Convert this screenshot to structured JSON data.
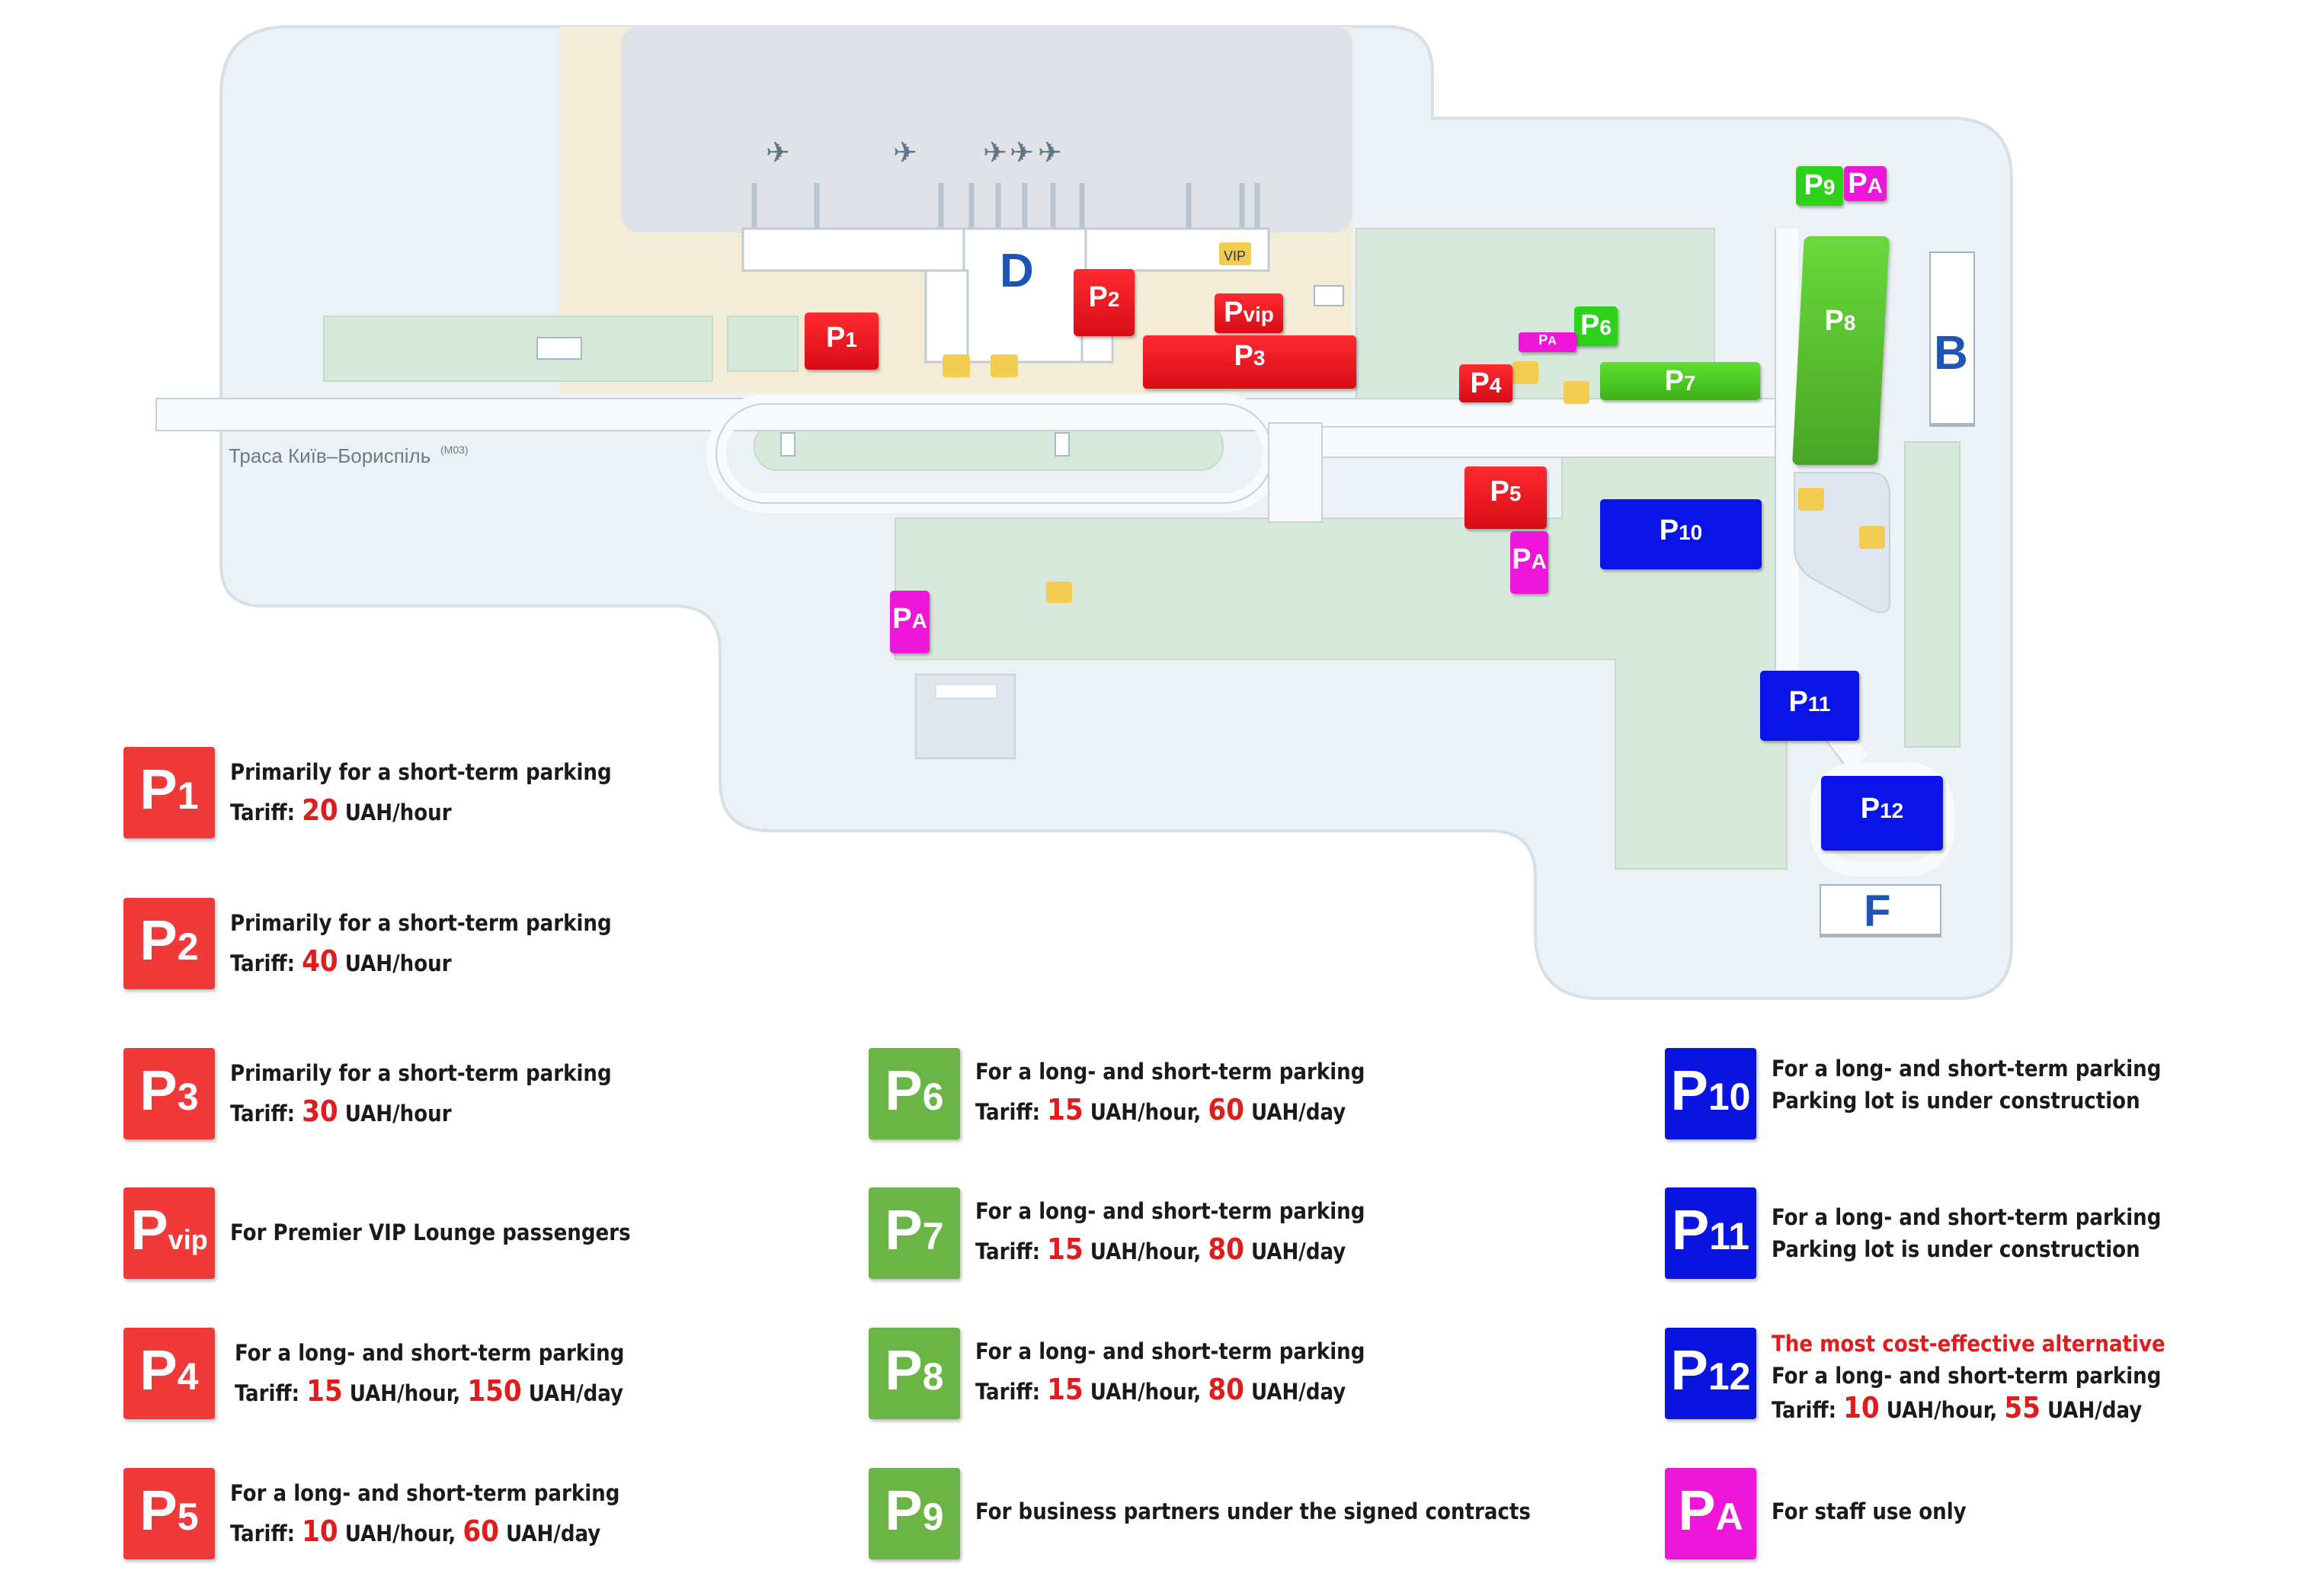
{
  "map": {
    "terminal_d": "D",
    "terminal_b": "B",
    "terminal_f": "F",
    "road_name": "Траса Київ–Бориспіль",
    "road_code": "(M03)",
    "vip_sign": "VIP",
    "markers": {
      "p1": {
        "p": "P",
        "s": "1"
      },
      "p2": {
        "p": "P",
        "s": "2"
      },
      "p3": {
        "p": "P",
        "s": "3"
      },
      "pvip": {
        "p": "P",
        "s": "vip"
      },
      "p4": {
        "p": "P",
        "s": "4"
      },
      "p5": {
        "p": "P",
        "s": "5"
      },
      "p6": {
        "p": "P",
        "s": "6"
      },
      "p7": {
        "p": "P",
        "s": "7"
      },
      "p8": {
        "p": "P",
        "s": "8"
      },
      "p9": {
        "p": "P",
        "s": "9"
      },
      "p10": {
        "p": "P",
        "s": "10"
      },
      "p11": {
        "p": "P",
        "s": "11"
      },
      "p12": {
        "p": "P",
        "s": "12"
      },
      "pa": {
        "p": "P",
        "s": "A"
      }
    },
    "colors": {
      "red": "#ee0f1f",
      "green": "#2fd21a",
      "blue": "#0a14e8",
      "pink": "#ee16d8",
      "terminal_letter": "#1e54b3"
    }
  },
  "legend": {
    "p1": {
      "p": "P",
      "s": "1",
      "line1": "Primarily for a short-term parking",
      "tariff_label": "Tariff:",
      "rate_hour": "20",
      "unit_hour": "UAH/hour"
    },
    "p2": {
      "p": "P",
      "s": "2",
      "line1": "Primarily for a short-term parking",
      "tariff_label": "Tariff:",
      "rate_hour": "40",
      "unit_hour": "UAH/hour"
    },
    "p3": {
      "p": "P",
      "s": "3",
      "line1": "Primarily for a short-term parking",
      "tariff_label": "Tariff:",
      "rate_hour": "30",
      "unit_hour": "UAH/hour"
    },
    "pvip": {
      "p": "P",
      "s": "vip",
      "line1": "For Premier VIP Lounge passengers"
    },
    "p4": {
      "p": "P",
      "s": "4",
      "line1": "For a long- and short-term parking",
      "tariff_label": "Tariff:",
      "rate_hour": "15",
      "unit_hour": "UAH/hour,",
      "rate_day": "150",
      "unit_day": "UAH/day"
    },
    "p5": {
      "p": "P",
      "s": "5",
      "line1": "For a long- and short-term parking",
      "tariff_label": "Tariff:",
      "rate_hour": "10",
      "unit_hour": "UAH/hour,",
      "rate_day": "60",
      "unit_day": "UAH/day"
    },
    "p6": {
      "p": "P",
      "s": "6",
      "line1": "For a long- and short-term parking",
      "tariff_label": "Tariff:",
      "rate_hour": "15",
      "unit_hour": "UAH/hour,",
      "rate_day": "60",
      "unit_day": "UAH/day"
    },
    "p7": {
      "p": "P",
      "s": "7",
      "line1": "For a long- and short-term parking",
      "tariff_label": "Tariff:",
      "rate_hour": "15",
      "unit_hour": "UAH/hour,",
      "rate_day": "80",
      "unit_day": "UAH/day"
    },
    "p8": {
      "p": "P",
      "s": "8",
      "line1": "For a long- and short-term parking",
      "tariff_label": "Tariff:",
      "rate_hour": "15",
      "unit_hour": "UAH/hour,",
      "rate_day": "80",
      "unit_day": "UAH/day"
    },
    "p9": {
      "p": "P",
      "s": "9",
      "line1": "For business partners under the signed contracts"
    },
    "p10": {
      "p": "P",
      "s": "10",
      "line1": "For a long- and short-term parking",
      "line2": "Parking lot is under construction"
    },
    "p11": {
      "p": "P",
      "s": "11",
      "line1": "For a long- and short-term parking",
      "line2": "Parking lot is under construction"
    },
    "p12": {
      "p": "P",
      "s": "12",
      "highlight": "The most cost-effective alternative",
      "line1": "For a long- and short-term parking",
      "tariff_label": "Tariff:",
      "rate_hour": "10",
      "unit_hour": "UAH/hour,",
      "rate_day": "55",
      "unit_day": "UAH/day"
    },
    "pa": {
      "p": "P",
      "s": "A",
      "line1": "For staff use only"
    }
  }
}
